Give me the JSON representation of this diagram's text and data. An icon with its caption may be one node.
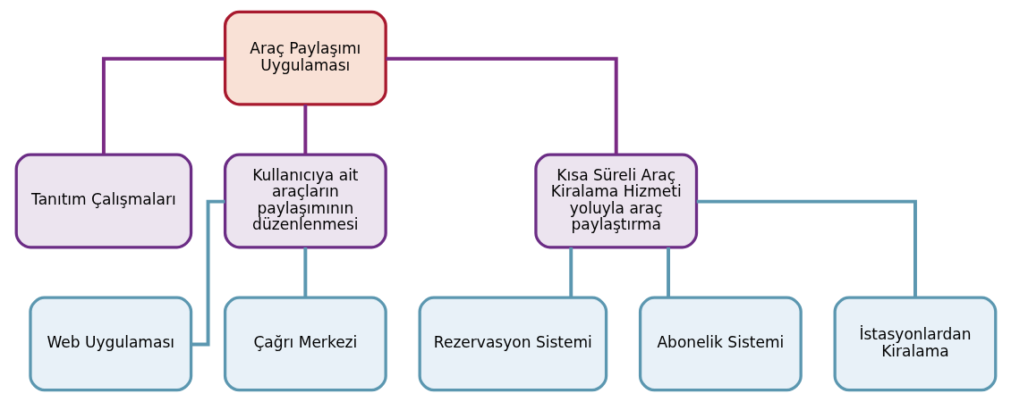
{
  "diagram": {
    "nodes": [
      {
        "text": [
          "Araç Paylaşımı Uygulaması"
        ]
      },
      {
        "text": [
          "Tanıtım Çalışmaları"
        ]
      },
      {
        "text": [
          "Kullanıcıya ait araçların paylaşımının düzenlenmesi"
        ]
      },
      {
        "text": [
          "Kısa Süreli Araç Kiralama Hizmeti yoluyla araç paylaştırma"
        ]
      },
      {
        "text": [
          "Web Uygulaması"
        ]
      },
      {
        "text": [
          "Çağrı Merkezi"
        ]
      },
      {
        "text": [
          "Rezervasyon Sistemi"
        ]
      },
      {
        "text": [
          "Abonelik Sistemi"
        ]
      },
      {
        "text": [
          "İstasyonlardan Kiralama"
        ]
      }
    ],
    "edges": [
      {
        "from": 0,
        "to": 1,
        "arrow": "none",
        "color": "#7a2a84"
      },
      {
        "from": 0,
        "to": 2,
        "arrow": "none",
        "color": "#7a2a84"
      },
      {
        "from": 0,
        "to": 3,
        "arrow": "none",
        "color": "#7a2a84"
      },
      {
        "from": 2,
        "to": 4,
        "arrow": "none"
      },
      {
        "from": 2,
        "to": 5,
        "arrow": "none"
      },
      {
        "from": 3,
        "to": 6,
        "arrow": "none"
      },
      {
        "from": 3,
        "to": 7,
        "arrow": "none"
      },
      {
        "from": 3,
        "to": 8,
        "arrow": "none"
      }
    ]
  }
}
